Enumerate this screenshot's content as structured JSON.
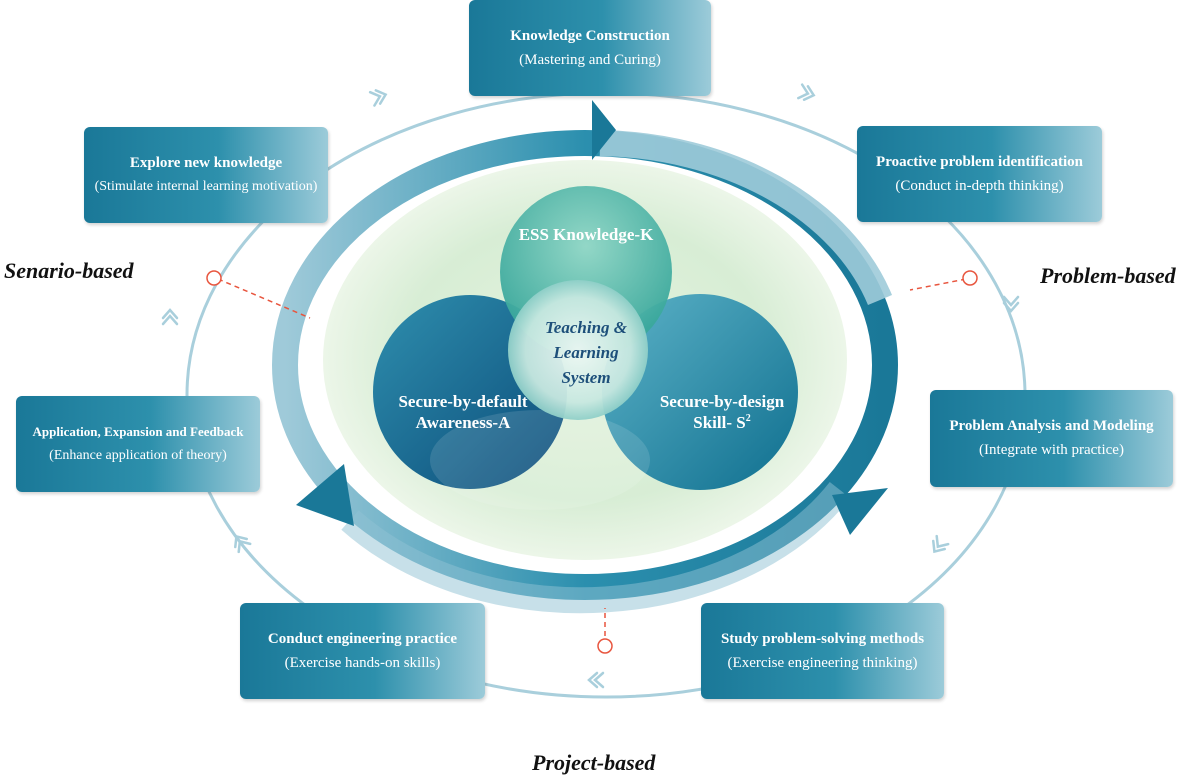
{
  "boxes": {
    "knowledge_construction": {
      "title": "Knowledge Construction",
      "subtitle": "(Mastering and Curing)"
    },
    "proactive_identification": {
      "title": "Proactive problem identification",
      "subtitle": "(Conduct in-depth thinking)"
    },
    "problem_analysis": {
      "title": "Problem Analysis and Modeling",
      "subtitle": "(Integrate with practice)"
    },
    "study_methods": {
      "title": "Study problem-solving methods",
      "subtitle": "(Exercise engineering thinking)"
    },
    "engineering_practice": {
      "title": "Conduct engineering practice",
      "subtitle": "(Exercise hands-on skills)"
    },
    "application_feedback": {
      "title": "Application, Expansion and Feedback",
      "subtitle": "(Enhance application of  theory)"
    },
    "explore_knowledge": {
      "title": "Explore new knowledge",
      "subtitle": "(Stimulate internal learning motivation)"
    }
  },
  "sides": {
    "left": "Senario-based",
    "right": "Problem-based",
    "bottom": "Project-based"
  },
  "venn": {
    "top": "ESS Knowledge-K",
    "left_line1": "Secure-by-default",
    "left_line2": "Awareness-A",
    "right_line1": "Secure-by-design",
    "right_line2": "Skill- S",
    "right_sup": "2",
    "center_line1": "Teaching &",
    "center_line2": "Learning",
    "center_line3": "System"
  },
  "colors": {
    "primary": "#1a7898",
    "light": "#9ccbd9",
    "outer_ring": "#a9cfdc",
    "connector": "#e8553e",
    "center_text": "#1d4f7a"
  }
}
